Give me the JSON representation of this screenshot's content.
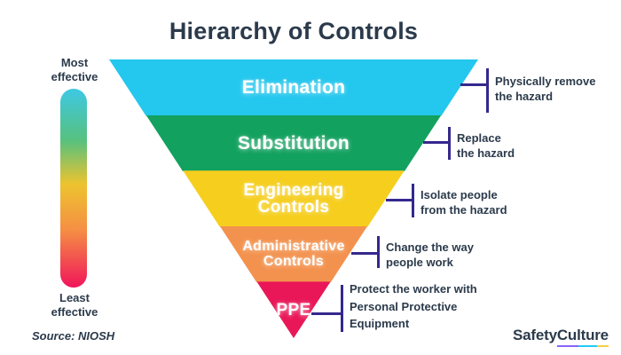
{
  "title": "Hierarchy of Controls",
  "scale": {
    "most_label": "Most\neffective",
    "least_label": "Least\neffective",
    "gradient": [
      "#3EC8E4 0%",
      "#57C17E 26%",
      "#EDC32F 48%",
      "#F58F44 71%",
      "#F0155A 100%"
    ]
  },
  "source": "Source: NIOSH",
  "pyramid": {
    "connector_color": "#35288D",
    "levels": [
      {
        "label": "Elimination",
        "color": "#24C7EE",
        "description": "Physically remove\nthe hazard"
      },
      {
        "label": "Substitution",
        "color": "#12A15F",
        "description": "Replace\nthe hazard"
      },
      {
        "label": "Engineering\nControls",
        "color": "#F6CE1D",
        "description": "Isolate people\nfrom the hazard"
      },
      {
        "label": "Administrative\nControls",
        "color": "#F3924E",
        "description": "Change the way\npeople work"
      },
      {
        "label": "PPE",
        "color": "#E91758",
        "description": "Protect the worker with\nPersonal Protective\nEquipment"
      }
    ]
  },
  "logo": {
    "part1": "Safety",
    "part2": "Culture",
    "underline_colors": [
      "#8A63F9",
      "#22CBF2",
      "#F8CE46"
    ]
  }
}
